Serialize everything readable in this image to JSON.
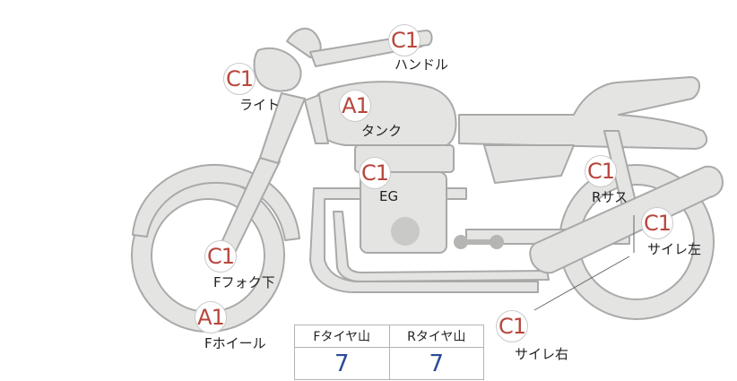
{
  "parts": [
    {
      "key": "handle",
      "grade": "C1",
      "label": "ハンドル"
    },
    {
      "key": "light",
      "grade": "C1",
      "label": "ライト"
    },
    {
      "key": "tank",
      "grade": "A1",
      "label": "タンク"
    },
    {
      "key": "engine",
      "grade": "C1",
      "label": "EG"
    },
    {
      "key": "rear_suspension",
      "grade": "C1",
      "label": "Rサス"
    },
    {
      "key": "muffler_left",
      "grade": "C1",
      "label": "サイレ左"
    },
    {
      "key": "front_fork",
      "grade": "C1",
      "label": "Fフォク下"
    },
    {
      "key": "front_wheel",
      "grade": "A1",
      "label": "Fホイール"
    },
    {
      "key": "muffler_right",
      "grade": "C1",
      "label": "サイレ右"
    }
  ],
  "tread": {
    "front_header": "Fタイヤ山",
    "rear_header": "Rタイヤ山",
    "front_value": "7",
    "rear_value": "7"
  },
  "colors": {
    "grade_text": "#b7463c",
    "tread_value": "#2a4a9a",
    "bike_fill": "#e4e4e2",
    "bike_outline": "#a9a9a9"
  }
}
